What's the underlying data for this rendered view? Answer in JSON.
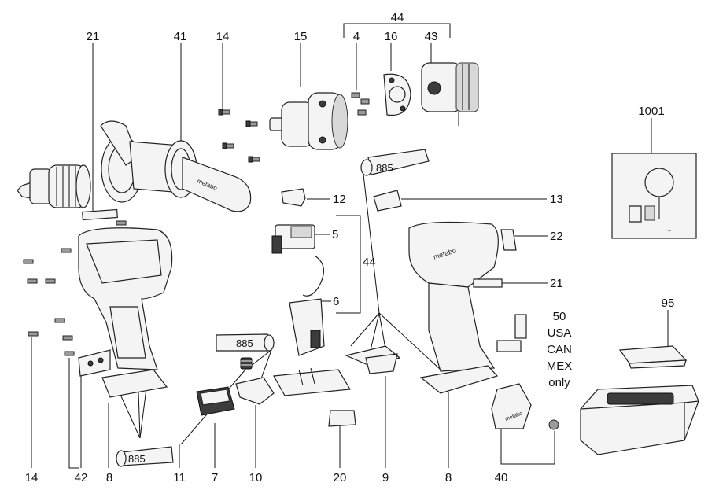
{
  "callouts": {
    "c1": "21",
    "c2": "41",
    "c3": "14",
    "c4": "15",
    "c5": "44",
    "c6": "4",
    "c7": "16",
    "c8": "43",
    "c9": "1001",
    "c10": "12",
    "c11": "13",
    "c12": "5",
    "c13": "44",
    "c14": "22",
    "c15": "6",
    "c16": "21",
    "c17": "50",
    "c18": "95",
    "c19": "14",
    "c20": "42",
    "c21": "8",
    "c22": "11",
    "c23": "7",
    "c24": "10",
    "c25": "20",
    "c26": "9",
    "c27": "8",
    "c28": "40"
  },
  "tube_labels": {
    "t1": "885",
    "t2": "885",
    "t3": "885"
  },
  "regions": {
    "r1": "USA",
    "r2": "CAN",
    "r3": "MEX",
    "r4": "only"
  },
  "brand_text": {
    "b1": "metabo",
    "b2": "metabo",
    "b3": "metabo"
  },
  "colors": {
    "line": "#111111",
    "part_fill": "#f4f4f4",
    "dark_fill": "#3c3c3c"
  }
}
